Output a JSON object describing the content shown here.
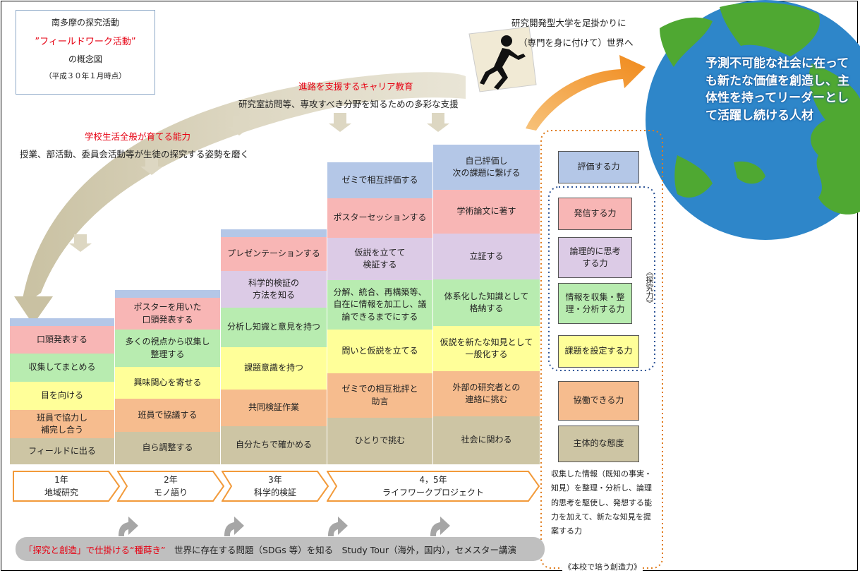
{
  "title_box": {
    "line1": "南多摩の探究活動",
    "line2": "”フィールドワーク活動”",
    "line3": "の概念図",
    "line4": "（平成３０年１月時点）"
  },
  "top_right": {
    "line1": "研究開発型大学を足掛かりに",
    "line2": "（専門を身に付けて）世界へ"
  },
  "globe_text": "予測不可能な社会に在っても新たな価値を創造し、主体性を持ってリーダーとして活躍し続ける人材",
  "career": {
    "heading": "進路を支援するキャリア教育",
    "text": "研究室訪問等、専攻すべき分野を知るための多彩な支援"
  },
  "school": {
    "heading": "学校生活全般が育てる能力",
    "text": "授業、部活動、委員会活動等が生徒の探究する姿勢を磨く"
  },
  "columns": [
    {
      "cells": [
        "口頭発表する",
        "収集してまとめる",
        "目を向ける",
        "班員で協力し\n補完し合う",
        "フィールドに出る"
      ]
    },
    {
      "cells": [
        "ポスターを用いた\n口頭発表する",
        "多くの視点から収集し\n整理する",
        "興味関心を寄せる",
        "班員で協議する",
        "自ら調整する"
      ]
    },
    {
      "cells": [
        "プレゼンテーションする",
        "科学的検証の\n方法を知る",
        "分析し知識と意見を持つ",
        "課題意識を持つ",
        "共同検証作業",
        "自分たちで確かめる"
      ]
    },
    {
      "cells": [
        "ゼミで相互評価する",
        "ポスターセッションする",
        "仮説を立てて\n検証する",
        "分解、統合、再構築等、\n自在に情報を加工し、議\n論できるまでにする",
        "問いと仮説を立てる",
        "ゼミでの相互批評と\n助言",
        "ひとりで挑む"
      ]
    },
    {
      "cells": [
        "自己評価し\n次の課題に繋げる",
        "学術論文に著す",
        "立証する",
        "体系化した知識として\n格納する",
        "仮説を新たな知見として\n一般化する",
        "外部の研究者との\n連絡に挑む",
        "社会に関わる"
      ]
    }
  ],
  "phases": [
    {
      "year": "1年",
      "name": "地域研究"
    },
    {
      "year": "2年",
      "name": "モノ語り"
    },
    {
      "year": "3年",
      "name": "科学的検証"
    },
    {
      "year": "4，5年",
      "name": "ライフワークプロジェクト"
    }
  ],
  "abilities": [
    "評価する力",
    "発信する力",
    "論理的に思考\nする力",
    "情報を収集・整\n理・分析する力",
    "課題を設定する力",
    "協働できる力",
    "主体的な態度"
  ],
  "tankyu_label": "《探究力》",
  "ability_description": "収集した情報（既知の事実・知見）を整理・分析し、論理的思考を駆使し、発想する能力を加えて、新たな知見を提案する力",
  "creativity_label": "《本校で培う創造力》",
  "bottom": {
    "red_part": "「探究と創造」で仕掛ける“種蒔き”",
    "rest": "　世界に存在する問題（SDGs 等）を知る　Study Tour（海外，国内），セメスター講演"
  },
  "colors": {
    "blue": "#b4c7e7",
    "pink": "#f8b6b5",
    "purple": "#dccbe6",
    "green": "#b8ecb0",
    "yellow": "#ffff99",
    "orange": "#f6bc8e",
    "khaki": "#cdc5a4",
    "accent_red": "#e60012",
    "arrow_orange": "#f29a3a"
  },
  "icons": [
    "running-person-icon",
    "orange-arrow-icon",
    "globe-icon"
  ]
}
